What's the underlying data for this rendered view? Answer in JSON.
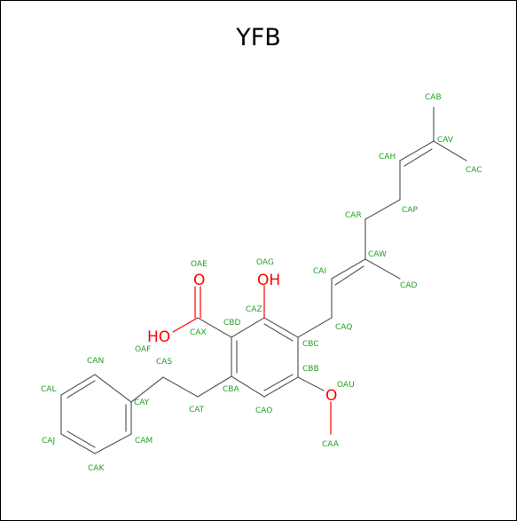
{
  "title": "YFB",
  "colors": {
    "bond": "#5a5a5a",
    "heteroatom": "#ff0000",
    "atom_label": "#22a022"
  },
  "heteroatoms": [
    {
      "id": "o_carbonyl",
      "text": "O"
    },
    {
      "id": "o_hydroxyl_acid",
      "text": "HO"
    },
    {
      "id": "o_phenol",
      "text": "OH"
    },
    {
      "id": "o_methoxy",
      "text": "O"
    }
  ],
  "atom_labels": [
    "CAB",
    "CAV",
    "CAC",
    "CAH",
    "CAP",
    "CAR",
    "CAW",
    "CAI",
    "CAD",
    "OAE",
    "OAG",
    "CBD",
    "CAZ",
    "CAQ",
    "CAX",
    "OAF",
    "CAS",
    "CBC",
    "CBB",
    "OAU",
    "CAN",
    "CAL",
    "CAY",
    "CBA",
    "CAT",
    "CAO",
    "CAJ",
    "CAM",
    "CAA",
    "CAK"
  ]
}
